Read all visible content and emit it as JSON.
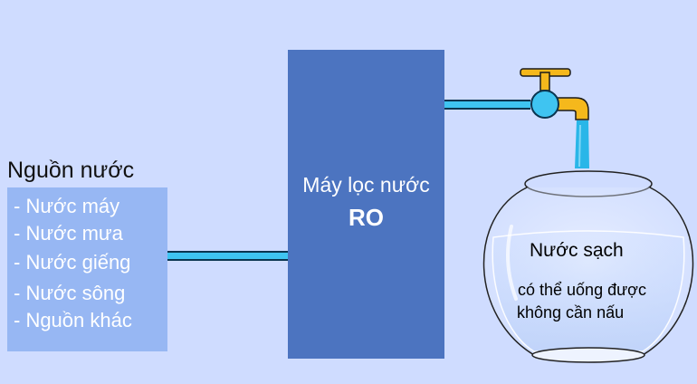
{
  "source": {
    "title": "Nguồn nước",
    "items": [
      {
        "label": "- Nước máy"
      },
      {
        "label": "- Nước mưa"
      },
      {
        "label": "- Nước giếng"
      },
      {
        "label": "- Nước sông"
      },
      {
        "label": "- Nguồn khác"
      }
    ]
  },
  "machine": {
    "line1": "Máy lọc nước",
    "line2": "RO"
  },
  "output": {
    "title": "Nước sạch",
    "line1": "có thể uống được",
    "line2": "không cần nấu"
  },
  "colors": {
    "background": "#cfdcff",
    "source_box": "#97b7f3",
    "machine": "#4c74c0",
    "pipe": "#3fc4f1",
    "faucet": "#f5b81c",
    "water": "#29b6e8"
  },
  "icons": {
    "faucet": "faucet-icon",
    "bowl": "glass-bowl-icon"
  }
}
